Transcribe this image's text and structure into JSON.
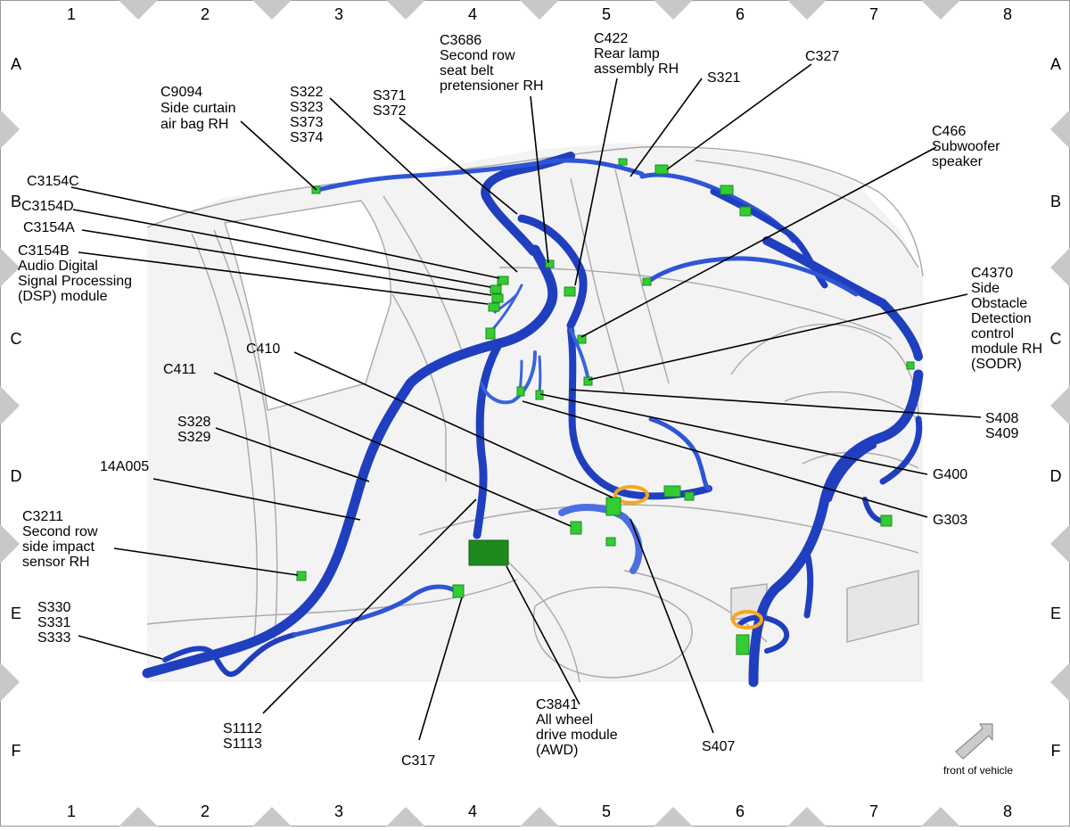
{
  "grid": {
    "columns": [
      "1",
      "2",
      "3",
      "4",
      "5",
      "6",
      "7",
      "8"
    ],
    "rows": [
      "A",
      "B",
      "C",
      "D",
      "E",
      "F"
    ]
  },
  "colors": {
    "harness": "#1f3fbf",
    "harness_dark": "#0c2590",
    "connector": "#33cc33",
    "connector_dark": "#1c8a1c",
    "module": "#1e8a1e",
    "orange_clip": "#f5a623",
    "body_line": "#9a9a9a",
    "body_fill": "#eeeeee",
    "marker": "#c8c8c8",
    "text": "#000000",
    "arrow_icon": "#cccccc"
  },
  "callouts": [
    {
      "id": "c9094",
      "lines": [
        "C9094",
        "Side curtain",
        "air bag RH"
      ]
    },
    {
      "id": "s322",
      "lines": [
        "S322",
        "S323",
        "S373",
        "S374"
      ]
    },
    {
      "id": "s371",
      "lines": [
        "S371",
        "S372"
      ]
    },
    {
      "id": "c3686",
      "lines": [
        "C3686",
        "Second row",
        "seat belt",
        "pretensioner RH"
      ]
    },
    {
      "id": "c422",
      "lines": [
        "C422",
        "Rear lamp",
        "assembly RH"
      ]
    },
    {
      "id": "s321",
      "lines": [
        "S321"
      ]
    },
    {
      "id": "c327",
      "lines": [
        "C327"
      ]
    },
    {
      "id": "c466",
      "lines": [
        "C466",
        "Subwoofer",
        "speaker"
      ]
    },
    {
      "id": "c3154c",
      "lines": [
        "C3154C"
      ]
    },
    {
      "id": "c3154d",
      "lines": [
        "C3154D"
      ]
    },
    {
      "id": "c3154a",
      "lines": [
        "C3154A"
      ]
    },
    {
      "id": "c3154b",
      "lines": [
        "C3154B",
        "Audio Digital",
        "Signal Processing",
        "(DSP) module"
      ]
    },
    {
      "id": "c4370",
      "lines": [
        "C4370",
        "Side",
        "Obstacle",
        "Detection",
        "control",
        "module RH",
        "(SODR)"
      ]
    },
    {
      "id": "c410",
      "lines": [
        "C410"
      ]
    },
    {
      "id": "c411",
      "lines": [
        "C411"
      ]
    },
    {
      "id": "s408",
      "lines": [
        "S408",
        "S409"
      ]
    },
    {
      "id": "s328",
      "lines": [
        "S328",
        "S329"
      ]
    },
    {
      "id": "g400",
      "lines": [
        "G400"
      ]
    },
    {
      "id": "harness14a005",
      "lines": [
        "14A005"
      ]
    },
    {
      "id": "g303",
      "lines": [
        "G303"
      ]
    },
    {
      "id": "c3211",
      "lines": [
        "C3211",
        "Second row",
        "side impact",
        "sensor RH"
      ]
    },
    {
      "id": "s330",
      "lines": [
        "S330",
        "S331",
        "S333"
      ]
    },
    {
      "id": "s1112",
      "lines": [
        "S1112",
        "S1113"
      ]
    },
    {
      "id": "c317",
      "lines": [
        "C317"
      ]
    },
    {
      "id": "c3841",
      "lines": [
        "C3841",
        "All wheel",
        "drive module",
        "(AWD)"
      ]
    },
    {
      "id": "s407",
      "lines": [
        "S407"
      ]
    }
  ],
  "front_label": "front of vehicle"
}
